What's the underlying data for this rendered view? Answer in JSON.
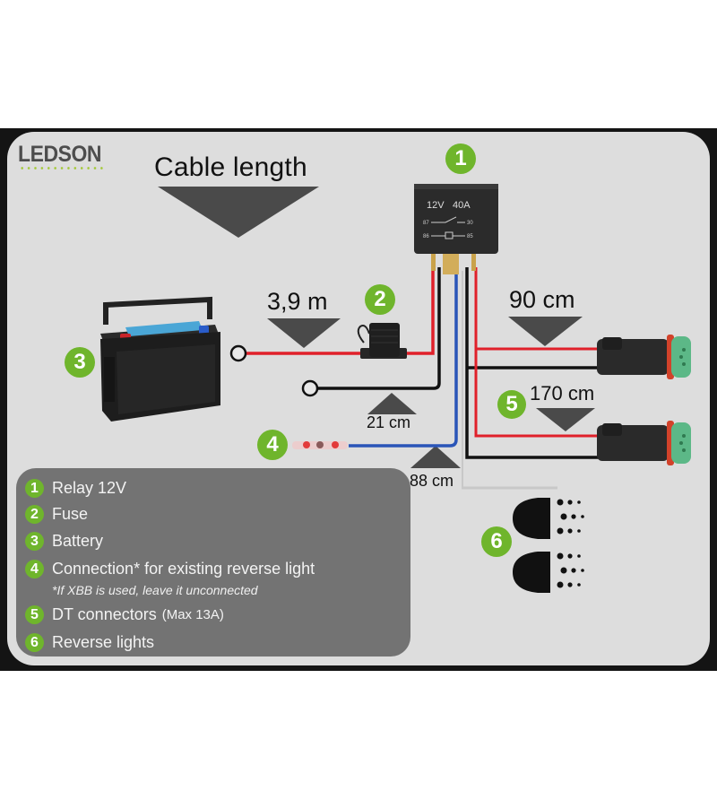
{
  "brand": {
    "logo_text": "LEDSON",
    "accent_color": "#6fb52c"
  },
  "header": {
    "title": "Cable length"
  },
  "diagram": {
    "relay": {
      "badge": "1",
      "voltage": "12V",
      "current": "40A",
      "pins": [
        "87",
        "30",
        "86",
        "85"
      ]
    },
    "fuse": {
      "badge": "2"
    },
    "battery": {
      "badge": "3"
    },
    "reverse_light_input": {
      "badge": "4"
    },
    "dt_connectors": {
      "badge": "5"
    },
    "reverse_lights": {
      "badge": "6"
    },
    "lengths": {
      "battery_cable": "3,9 m",
      "ground_cable": "21 cm",
      "signal_cable": "88 cm",
      "connector_1": "90 cm",
      "connector_2": "170 cm"
    },
    "wire_colors": {
      "positive": "#e0202a",
      "ground": "#111111",
      "signal": "#2a55b8"
    }
  },
  "legend": {
    "items": [
      {
        "num": "1",
        "label": "Relay 12V"
      },
      {
        "num": "2",
        "label": "Fuse"
      },
      {
        "num": "3",
        "label": "Battery"
      },
      {
        "num": "4",
        "label": "Connection* for existing reverse light",
        "note": "*If XBB is used, leave it unconnected"
      },
      {
        "num": "5",
        "label": "DT connectors",
        "suffix": "(Max 13A)"
      },
      {
        "num": "6",
        "label": "Reverse lights"
      }
    ]
  }
}
